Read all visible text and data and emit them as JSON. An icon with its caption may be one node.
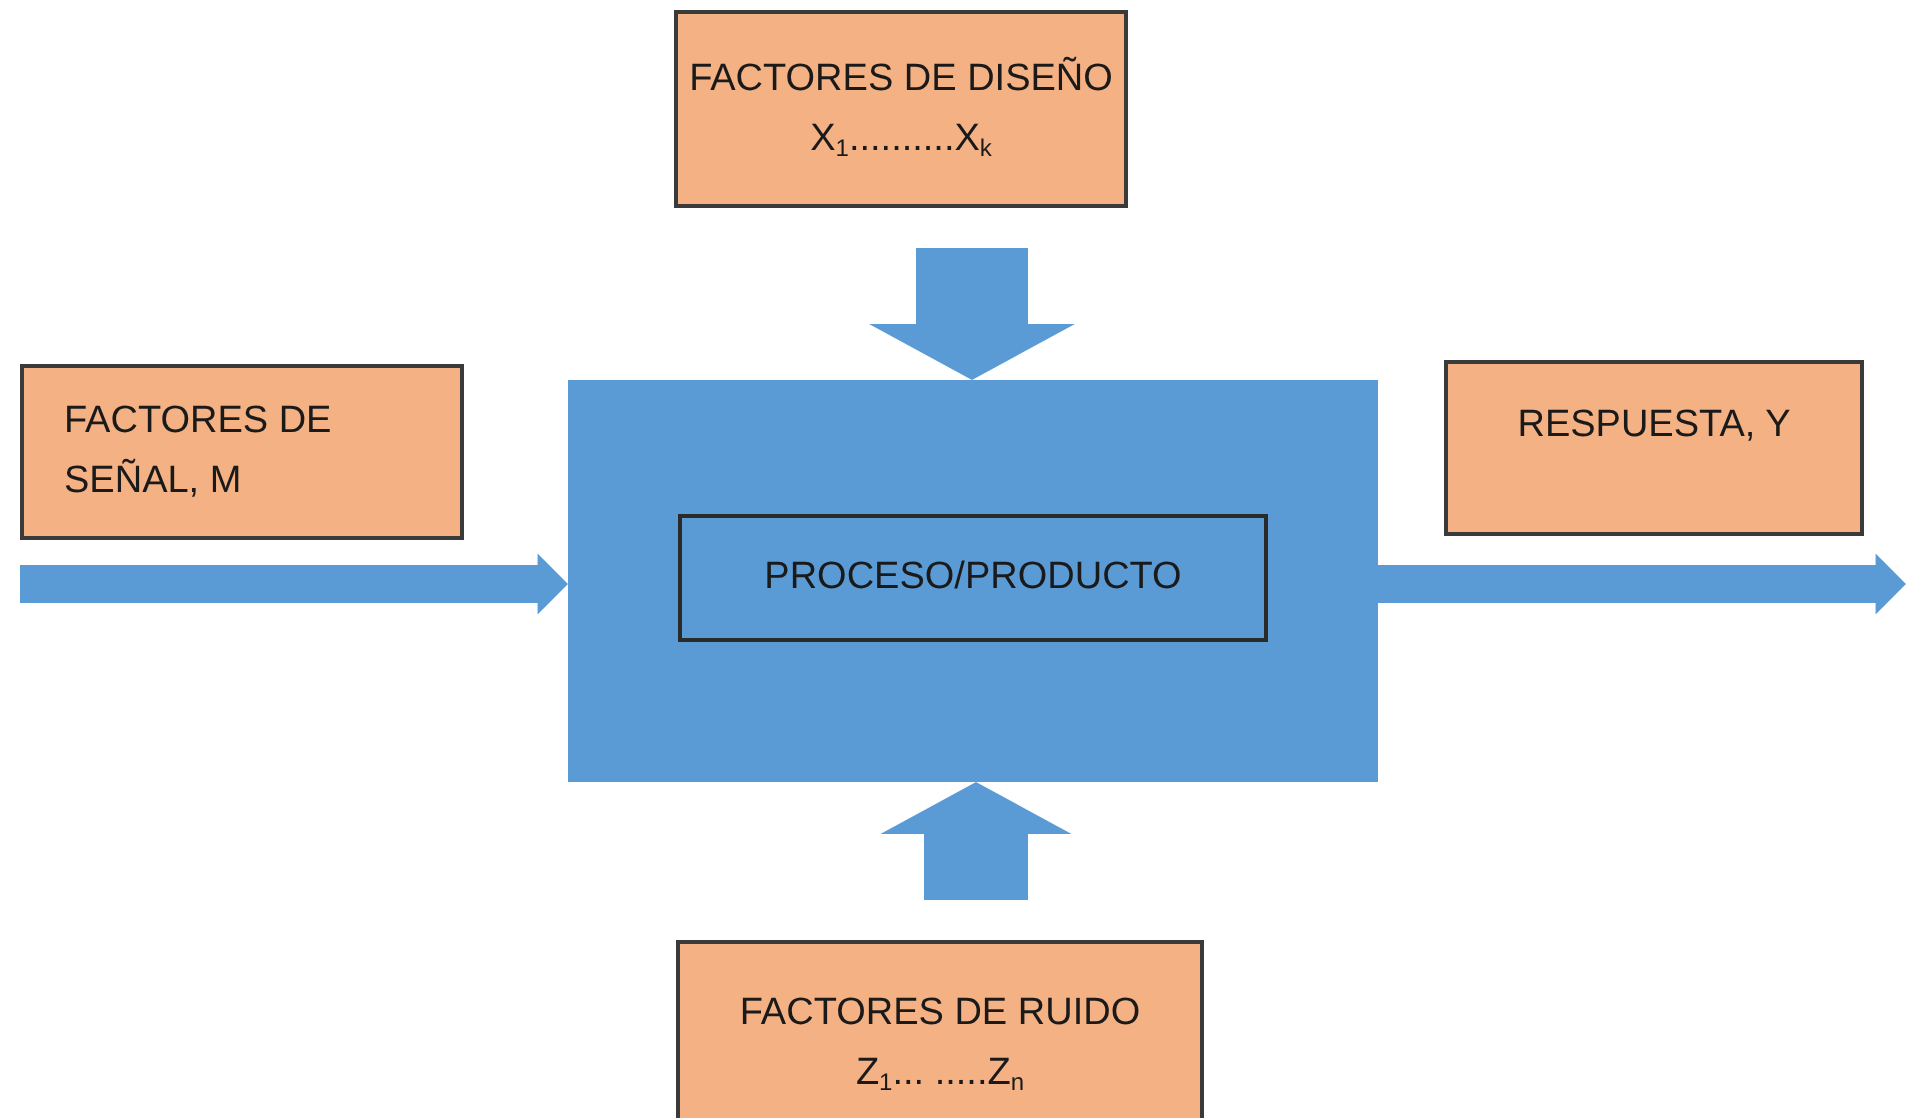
{
  "diagram": {
    "nodes": [
      {
        "text": [
          "FACTORES DE DISEÑO",
          "X$_{1}$..........X$_{k}$"
        ]
      },
      {
        "text": [
          "FACTORES DE SEÑAL, M"
        ]
      },
      {
        "text": [
          "PROCESO/PRODUCTO"
        ]
      },
      {
        "text": [
          "RESPUESTA, Y"
        ]
      },
      {
        "text": [
          "FACTORES DE RUIDO",
          "Z$_{1}$... .....Z$_{n}$"
        ]
      }
    ],
    "edges": [
      {
        "from": 0,
        "to": 2,
        "arrow": "to",
        "style": "thick"
      },
      {
        "from": 4,
        "to": 2,
        "arrow": "to",
        "style": "thick"
      },
      {
        "from": 1,
        "to": 2,
        "arrow": "to"
      },
      {
        "from": 2,
        "to": 3,
        "arrow": "to"
      }
    ]
  }
}
